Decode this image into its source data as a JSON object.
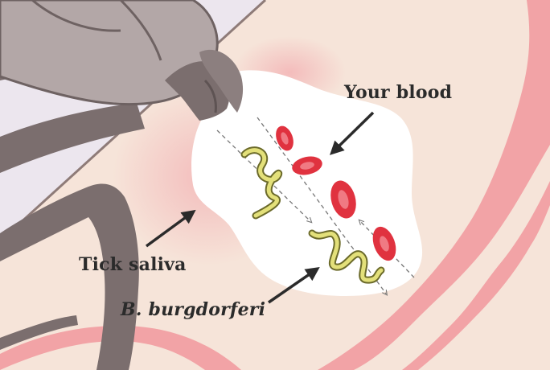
{
  "labels": {
    "your_blood": "Your blood",
    "tick_saliva": "Tick saliva",
    "bacterium": "B. burgdorferi"
  },
  "icons": [
    "tick-leg",
    "tick-head",
    "red-blood-cell",
    "spirochete-bacterium",
    "arrow"
  ],
  "colors": {
    "skin_background": "#f6e4d9",
    "blood_vessel": "#f2a3a6",
    "tick_body": "#7b6e6e",
    "tick_head": "#b3a7a7",
    "saliva_pool": "#ffffff",
    "red_blood_cell": "#e0323f",
    "bacterium": "#e3e07a",
    "arrow": "#2b2b2b"
  }
}
